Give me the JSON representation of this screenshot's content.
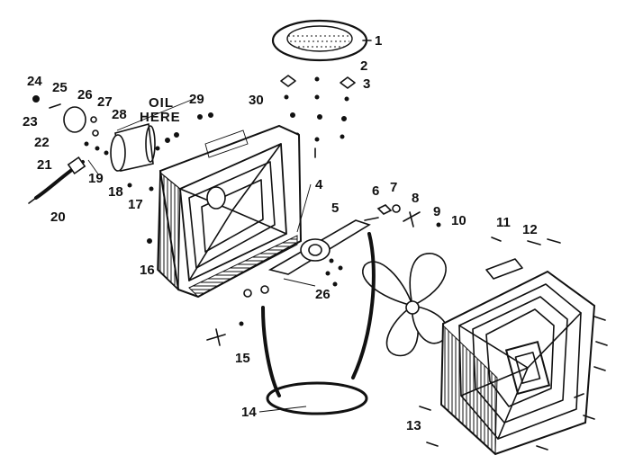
{
  "oil_note": {
    "line1": "OIL",
    "line2": "HERE"
  },
  "callouts": [
    "1",
    "2",
    "3",
    "4",
    "5",
    "6",
    "7",
    "8",
    "9",
    "10",
    "11",
    "12",
    "13",
    "14",
    "15",
    "16",
    "17",
    "18",
    "19",
    "20",
    "21",
    "22",
    "23",
    "24",
    "25",
    "26",
    "26",
    "27",
    "28",
    "29",
    "30"
  ],
  "colors": {
    "ink": "#111111",
    "paper": "#ffffff"
  }
}
